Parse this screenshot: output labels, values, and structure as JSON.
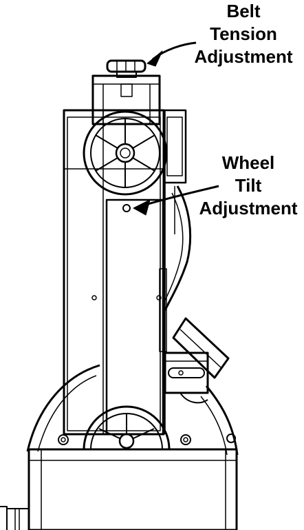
{
  "callouts": {
    "belt_tension": {
      "lines": [
        "Belt",
        "Tension",
        "Adjustment"
      ]
    },
    "wheel_tilt": {
      "lines": [
        "Wheel",
        "Tilt",
        "Adjustment"
      ]
    }
  },
  "colors": {
    "ink": "#000000",
    "paper": "#ffffff"
  }
}
